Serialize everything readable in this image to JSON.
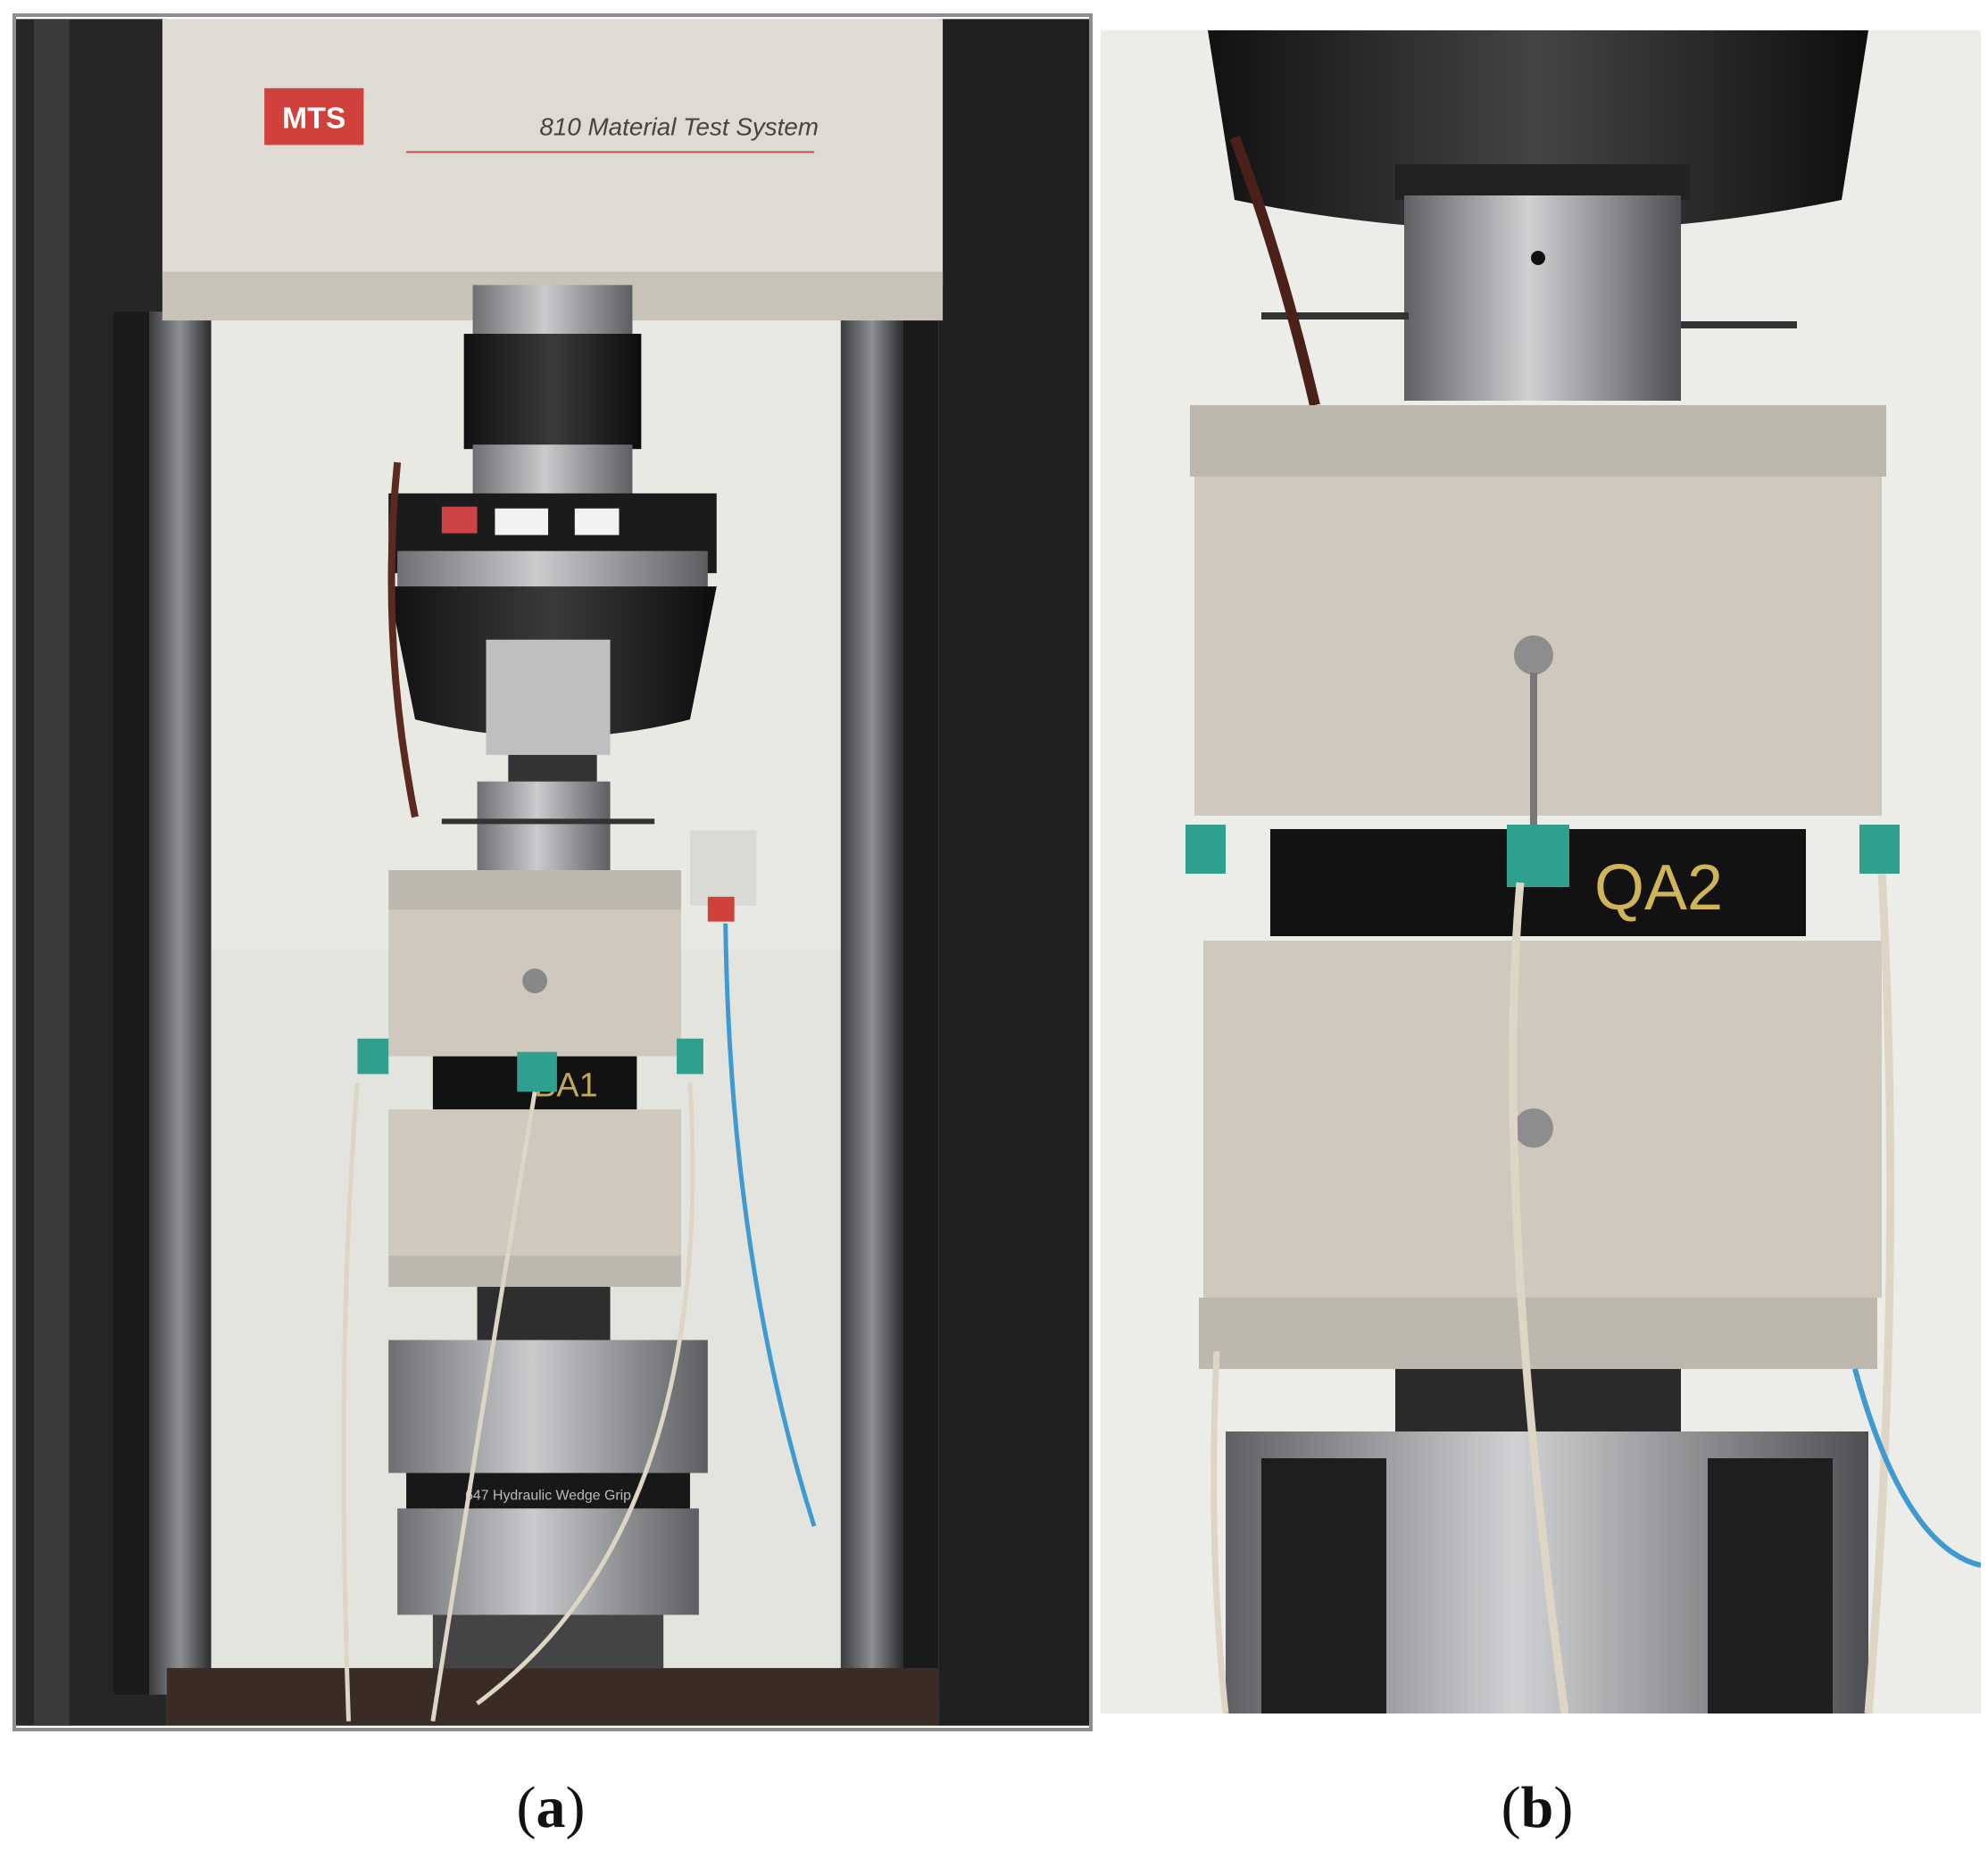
{
  "figure": {
    "panel_a": {
      "machine_brand": "MTS",
      "machine_model": "810 Material Test System",
      "specimen_label": "BA1",
      "grip_label": "647 Hydraulic Wedge Grip",
      "caption": {
        "open": "(",
        "letter": "a",
        "close": ")"
      }
    },
    "panel_b": {
      "specimen_label": "QA2",
      "caption": {
        "open": "(",
        "letter": "b",
        "close": ")"
      }
    }
  },
  "colors": {
    "concrete": "#cfc9bd",
    "steel": "#a9abad",
    "dark_frame": "#2b2b2b",
    "wall": "#eeeeea",
    "sensor_teal": "#2f9f8e",
    "brand_red": "#d0413b",
    "cable_blue": "#3f9ad1",
    "cable_beige": "#ddd6c4"
  }
}
